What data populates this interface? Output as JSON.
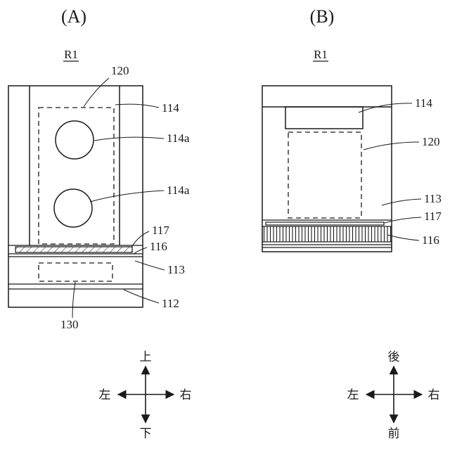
{
  "panelA": {
    "title": "(A)",
    "ref": "R1",
    "labels": {
      "n120": "120",
      "n114": "114",
      "n114a1": "114a",
      "n114a2": "114a",
      "n117": "117",
      "n116": "116",
      "n113": "113",
      "n112": "112",
      "n130": "130"
    }
  },
  "panelB": {
    "title": "(B)",
    "ref": "R1",
    "labels": {
      "n114": "114",
      "n120": "120",
      "n113": "113",
      "n117": "117",
      "n116": "116"
    }
  },
  "compassA": {
    "up": "上",
    "down": "下",
    "left": "左",
    "right": "右"
  },
  "compassB": {
    "up": "後",
    "down": "前",
    "left": "左",
    "right": "右"
  },
  "colors": {
    "line": "#1a1a1a",
    "background": "#ffffff"
  }
}
